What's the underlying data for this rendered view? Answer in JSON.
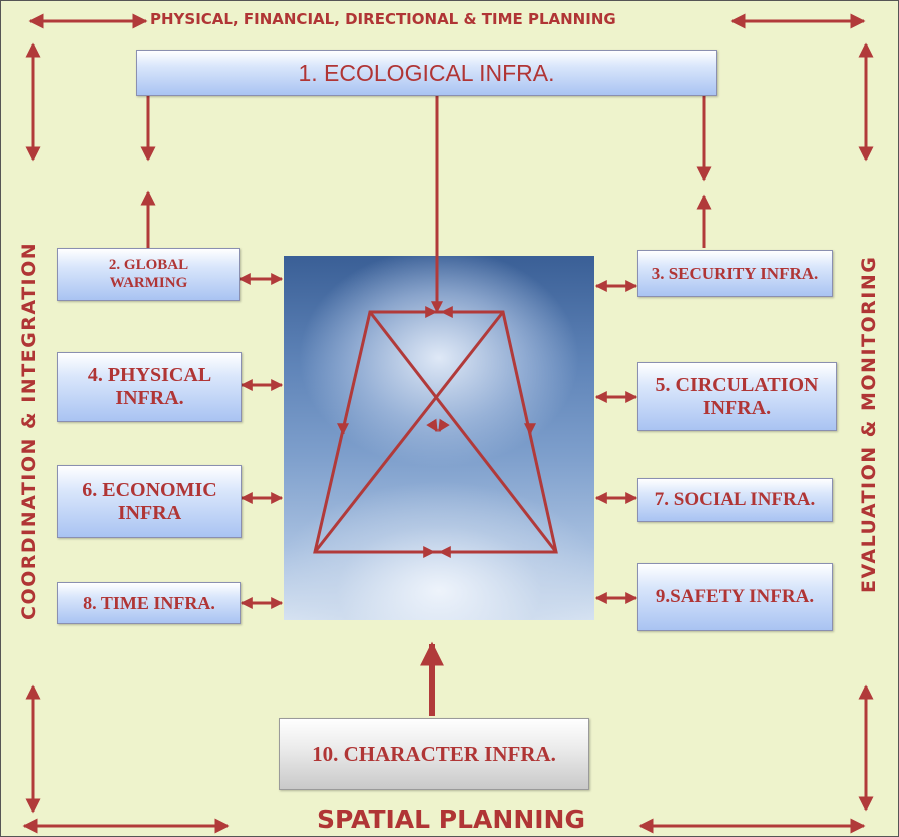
{
  "top_label": "PHYSICAL, FINANCIAL, DIRECTIONAL & TIME PLANNING",
  "bottom_label": "SPATIAL PLANNING",
  "left_label": "COORDINATION & INTEGRATION",
  "right_label": "EVALUATION & MONITORING",
  "nodes": {
    "ecological": "1. ECOLOGICAL INFRA.",
    "global_warming": "2. GLOBAL WARMING",
    "security": "3. SECURITY INFRA.",
    "physical": "4. PHYSICAL INFRA.",
    "circulation": "5. CIRCULATION INFRA.",
    "economic": "6. ECONOMIC INFRA",
    "social": "7. SOCIAL INFRA.",
    "time": "8. TIME INFRA.",
    "safety": "9.SAFETY INFRA.",
    "character": "10. CHARACTER  INFRA."
  },
  "colors": {
    "accent": "#b03535",
    "background": "#eef3cc",
    "box_fill": "#a9c3f2",
    "arrow": "#b13a3a"
  }
}
